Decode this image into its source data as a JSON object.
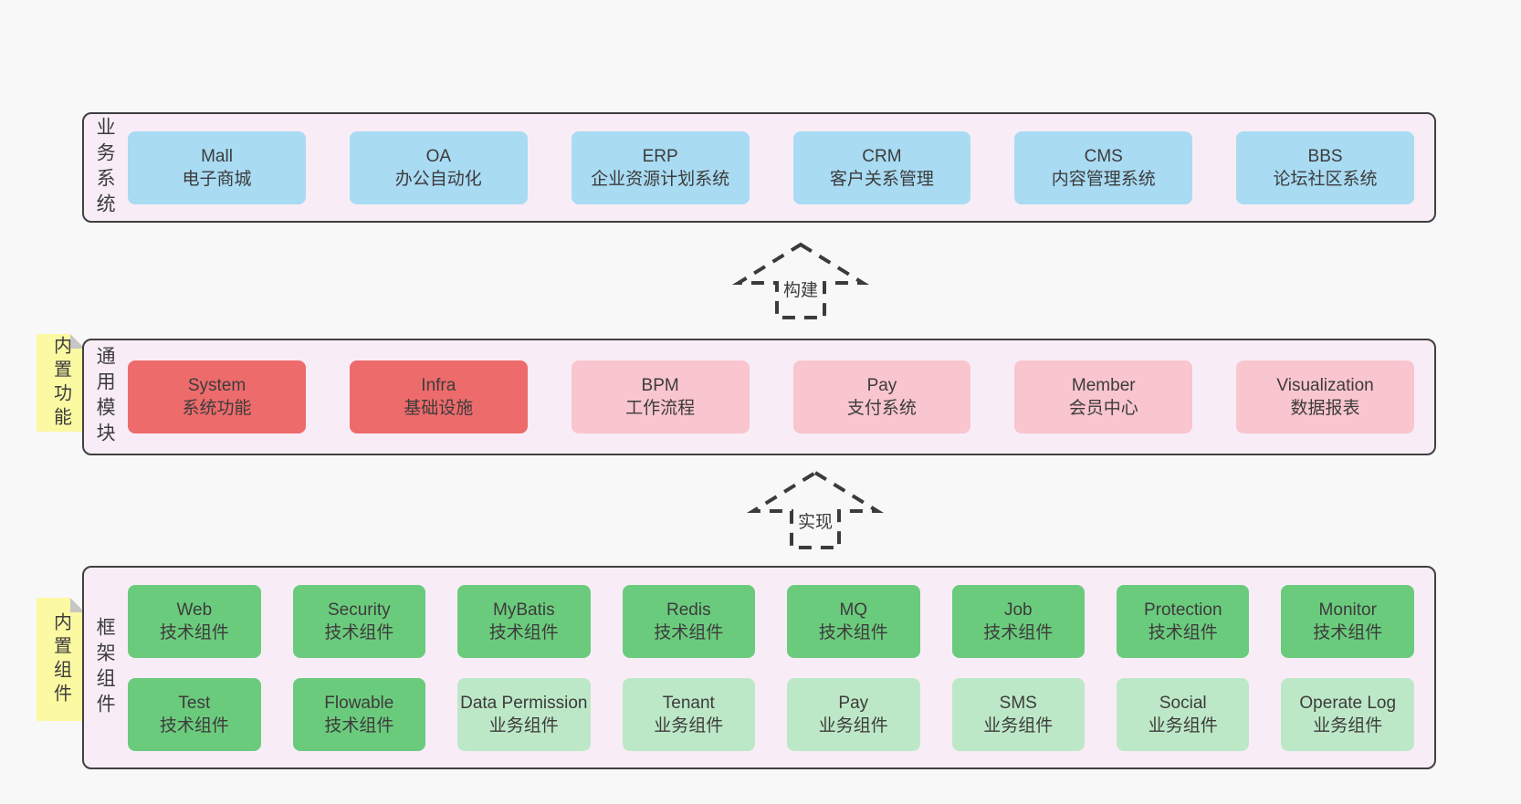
{
  "colors": {
    "page_bg": "#f8f8f8",
    "container_bg": "#f8edf6",
    "container_border": "#404040",
    "text": "#3c3c3c",
    "blue": "#a9dbf3",
    "red": "#ee6b6c",
    "pink": "#f9c5ce",
    "green": "#6bcb7d",
    "lightgreen": "#bde8c7",
    "note_yellow": "#fbf9a2",
    "note_fold_gray": "#c6c6c6"
  },
  "arrows": [
    {
      "label": "构建"
    },
    {
      "label": "实现"
    }
  ],
  "layers": [
    {
      "label": "业务系统",
      "rows": [
        [
          {
            "title": "Mall",
            "subtitle": "电子商城",
            "variant": "blue"
          },
          {
            "title": "OA",
            "subtitle": "办公自动化",
            "variant": "blue"
          },
          {
            "title": "ERP",
            "subtitle": "企业资源计划系统",
            "variant": "blue"
          },
          {
            "title": "CRM",
            "subtitle": "客户关系管理",
            "variant": "blue"
          },
          {
            "title": "CMS",
            "subtitle": "内容管理系统",
            "variant": "blue"
          },
          {
            "title": "BBS",
            "subtitle": "论坛社区系统",
            "variant": "blue"
          }
        ]
      ]
    },
    {
      "label": "通用模块",
      "note": "内置功能",
      "rows": [
        [
          {
            "title": "System",
            "subtitle": "系统功能",
            "variant": "red"
          },
          {
            "title": "Infra",
            "subtitle": "基础设施",
            "variant": "red"
          },
          {
            "title": "BPM",
            "subtitle": "工作流程",
            "variant": "pink"
          },
          {
            "title": "Pay",
            "subtitle": "支付系统",
            "variant": "pink"
          },
          {
            "title": "Member",
            "subtitle": "会员中心",
            "variant": "pink"
          },
          {
            "title": "Visualization",
            "subtitle": "数据报表",
            "variant": "pink"
          }
        ]
      ]
    },
    {
      "label": "框架组件",
      "note": "内置组件",
      "rows": [
        [
          {
            "title": "Web",
            "subtitle": "技术组件",
            "variant": "green"
          },
          {
            "title": "Security",
            "subtitle": "技术组件",
            "variant": "green"
          },
          {
            "title": "MyBatis",
            "subtitle": "技术组件",
            "variant": "green"
          },
          {
            "title": "Redis",
            "subtitle": "技术组件",
            "variant": "green"
          },
          {
            "title": "MQ",
            "subtitle": "技术组件",
            "variant": "green"
          },
          {
            "title": "Job",
            "subtitle": "技术组件",
            "variant": "green"
          },
          {
            "title": "Protection",
            "subtitle": "技术组件",
            "variant": "green"
          },
          {
            "title": "Monitor",
            "subtitle": "技术组件",
            "variant": "green"
          }
        ],
        [
          {
            "title": "Test",
            "subtitle": "技术组件",
            "variant": "green"
          },
          {
            "title": "Flowable",
            "subtitle": "技术组件",
            "variant": "green"
          },
          {
            "title": "Data Permission",
            "subtitle": "业务组件",
            "variant": "lightgreen"
          },
          {
            "title": "Tenant",
            "subtitle": "业务组件",
            "variant": "lightgreen"
          },
          {
            "title": "Pay",
            "subtitle": "业务组件",
            "variant": "lightgreen"
          },
          {
            "title": "SMS",
            "subtitle": "业务组件",
            "variant": "lightgreen"
          },
          {
            "title": "Social",
            "subtitle": "业务组件",
            "variant": "lightgreen"
          },
          {
            "title": "Operate Log",
            "subtitle": "业务组件",
            "variant": "lightgreen"
          }
        ]
      ]
    }
  ]
}
